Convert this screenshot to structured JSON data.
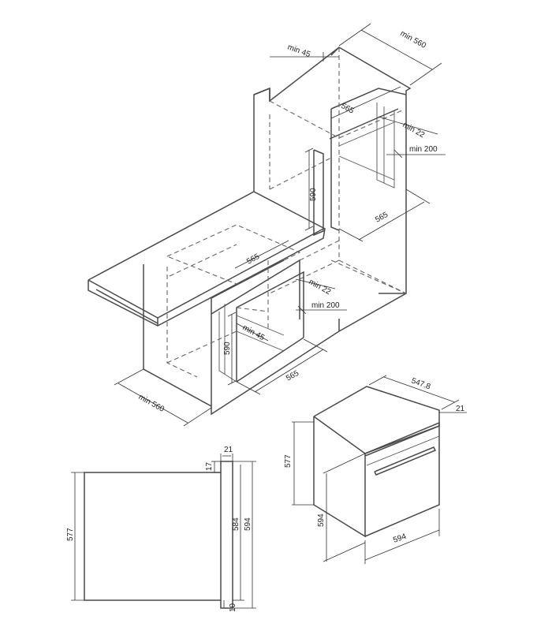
{
  "labels": {
    "top_min560": "min 560",
    "top_min45": "min 45",
    "top_565": "565",
    "top_min22": "min 22",
    "top_min200": "min 200",
    "top_590": "590",
    "top_565_bottom": "565",
    "mid_565": "565",
    "mid_min22": "min 22",
    "mid_min200": "min 200",
    "mid_590": "590",
    "mid_min45": "min 45",
    "mid_565_bottom": "565",
    "base_min560": "min 560",
    "oven_547_8": "547.8",
    "oven_21": "21",
    "oven_577": "577",
    "oven_594_h": "594",
    "oven_594_w": "594",
    "side_21": "21",
    "side_17": "17",
    "side_577": "577",
    "side_584": "584",
    "side_594": "594",
    "side_10": "10"
  }
}
